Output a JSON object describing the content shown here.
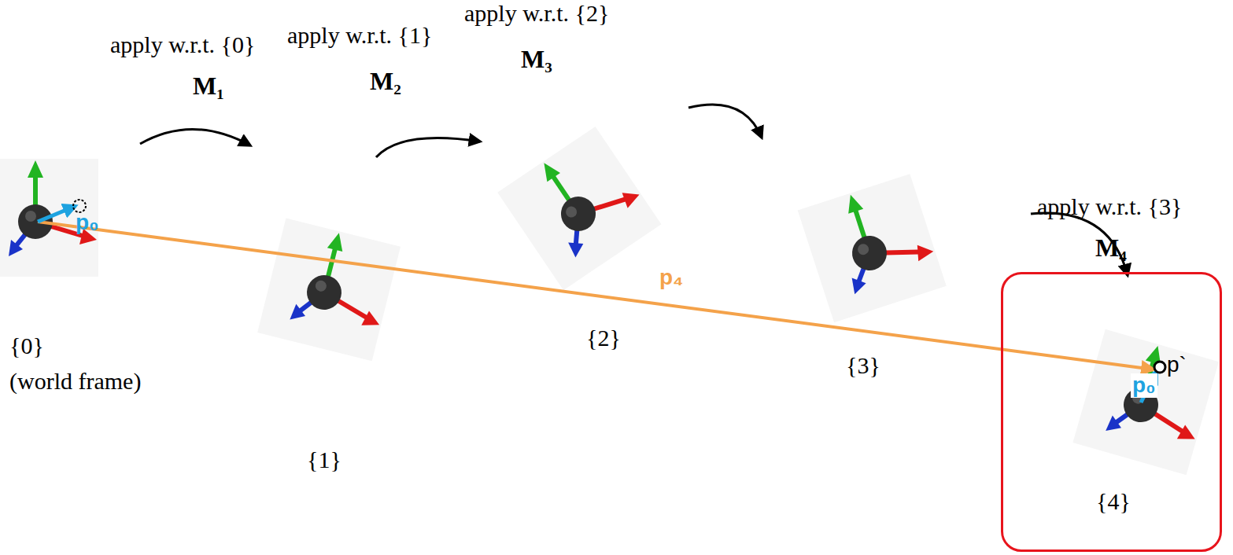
{
  "diagram": {
    "nodes": [
      {
        "text": [
          "p`",
          "p₀",
          "{4}"
        ]
      }
    ],
    "labels": [
      "apply w.r.t. {0}",
      "M₁",
      "apply w.r.t. {1}",
      "M₂",
      "apply w.r.t. {2}",
      "M₃",
      "apply w.r.t. {3}",
      "M₄",
      "p₀",
      "p₄",
      "{0}",
      "(world frame)",
      "{1}",
      "{2}",
      "{3}"
    ]
  }
}
